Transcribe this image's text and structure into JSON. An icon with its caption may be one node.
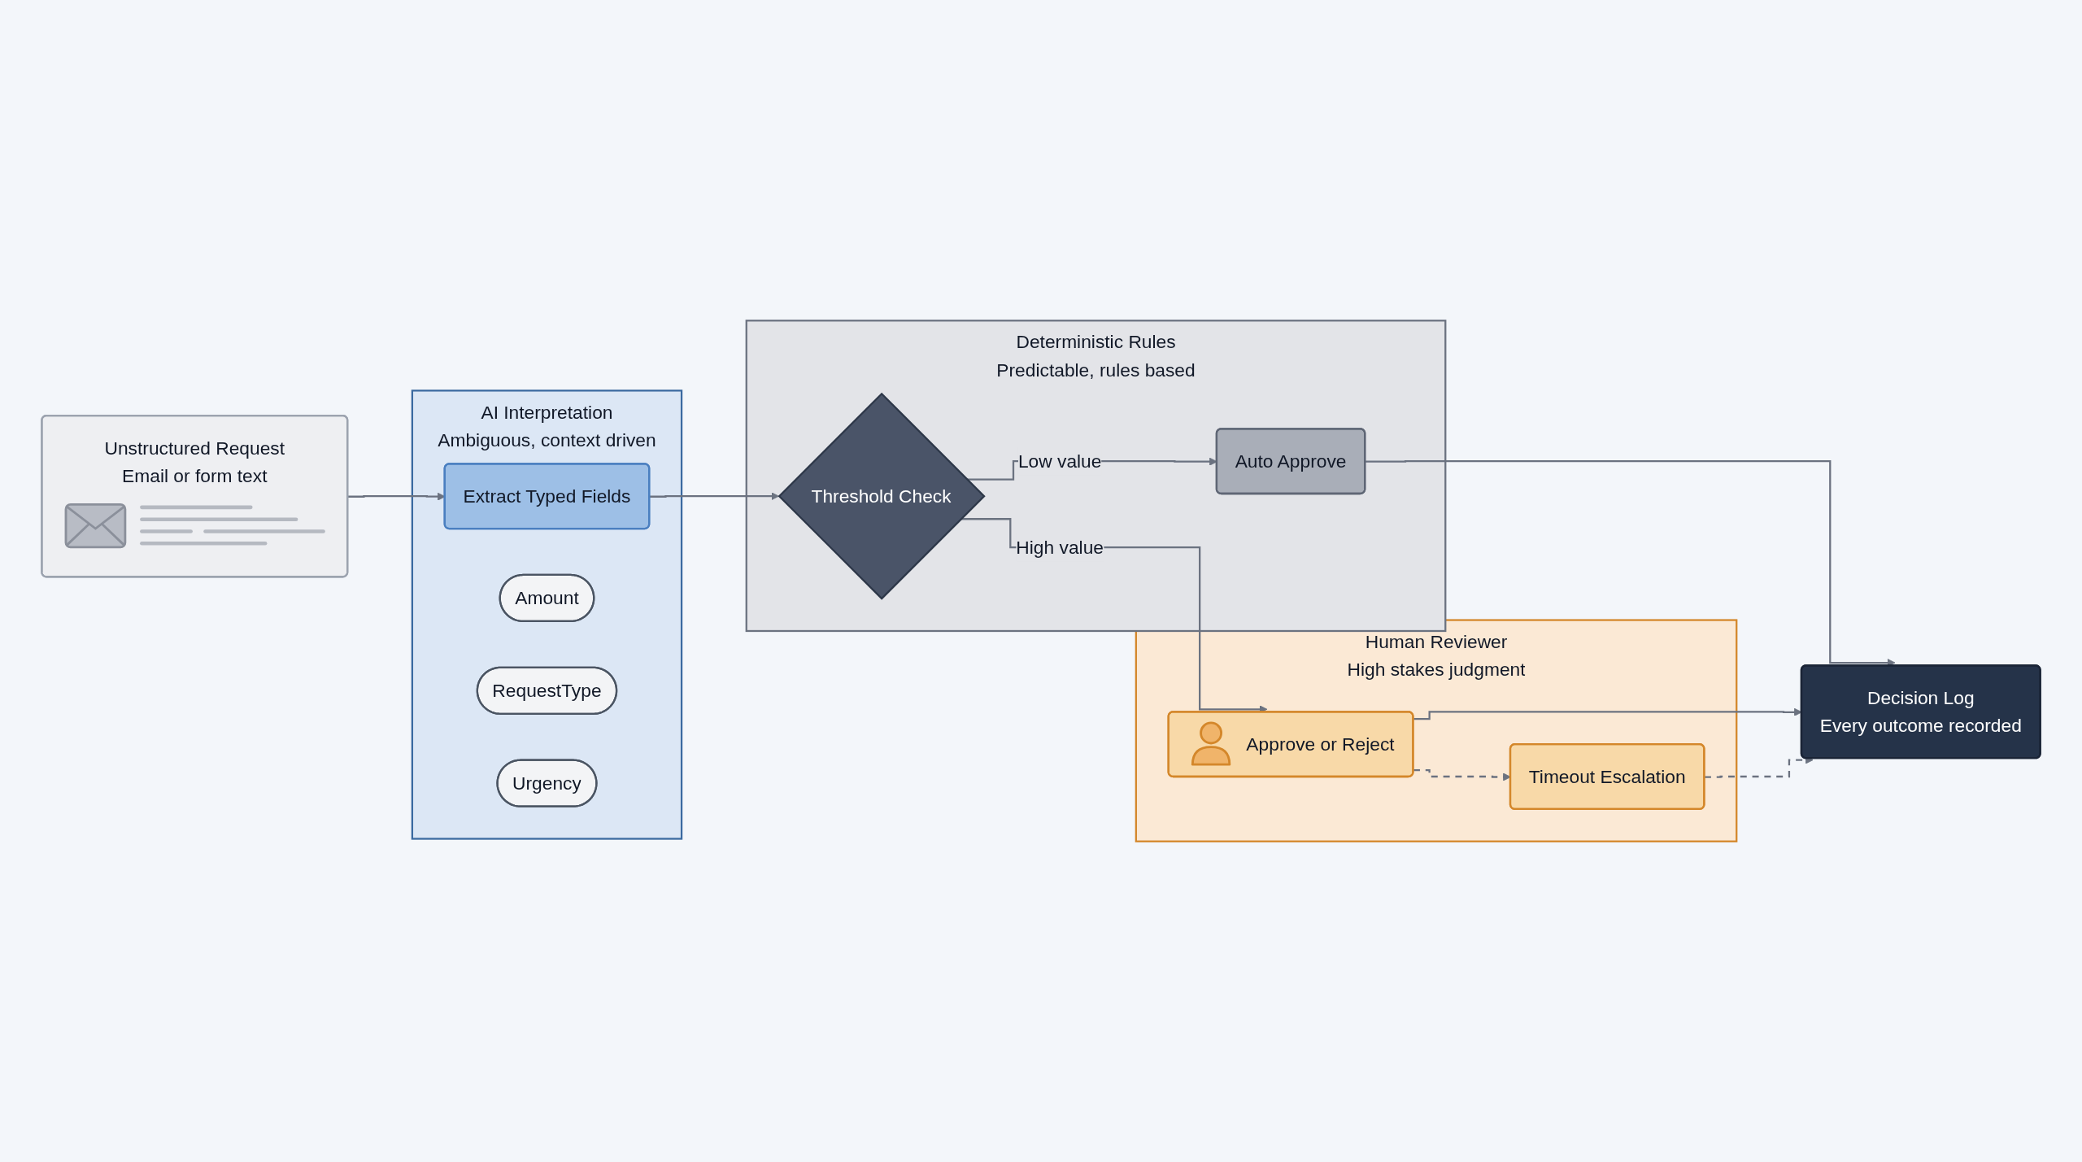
{
  "diagram": {
    "nodes": [
      {
        "text": [
          "Unstructured Request",
          "Email or form text"
        ]
      },
      {
        "text": [
          "AI Interpretation",
          "Ambiguous, context driven"
        ]
      },
      {
        "text": [
          "Extract Typed Fields"
        ],
        "in": 1
      },
      {
        "text": [
          "Amount"
        ],
        "in": 1
      },
      {
        "text": [
          "RequestType"
        ],
        "in": 1
      },
      {
        "text": [
          "Urgency"
        ],
        "in": 1
      },
      {
        "text": [
          "Deterministic Rules",
          "Predictable, rules based"
        ]
      },
      {
        "text": [
          "Threshold Check"
        ],
        "in": 6
      },
      {
        "text": [
          "Auto Approve"
        ],
        "in": 6
      },
      {
        "text": [
          "Human Reviewer",
          "High stakes judgment"
        ]
      },
      {
        "text": [
          "Approve or Reject"
        ],
        "in": 9
      },
      {
        "text": [
          "Timeout Escalation"
        ],
        "in": 9
      },
      {
        "text": [
          "Decision Log",
          "Every outcome recorded"
        ]
      }
    ],
    "edges": [
      {
        "from": 0,
        "to": 2,
        "arrow": "to"
      },
      {
        "from": 2,
        "to": 7,
        "arrow": "to"
      },
      {
        "from": 7,
        "to": 8,
        "arrow": "to",
        "label": "Low value"
      },
      {
        "from": 7,
        "to": 10,
        "arrow": "to",
        "label": "High value"
      },
      {
        "from": 8,
        "to": 12,
        "arrow": "to"
      },
      {
        "from": 10,
        "to": 12,
        "arrow": "to"
      },
      {
        "from": 10,
        "to": 11,
        "arrow": "to",
        "style": "dashed"
      },
      {
        "from": 11,
        "to": 12,
        "arrow": "to",
        "style": "dashed"
      }
    ]
  }
}
